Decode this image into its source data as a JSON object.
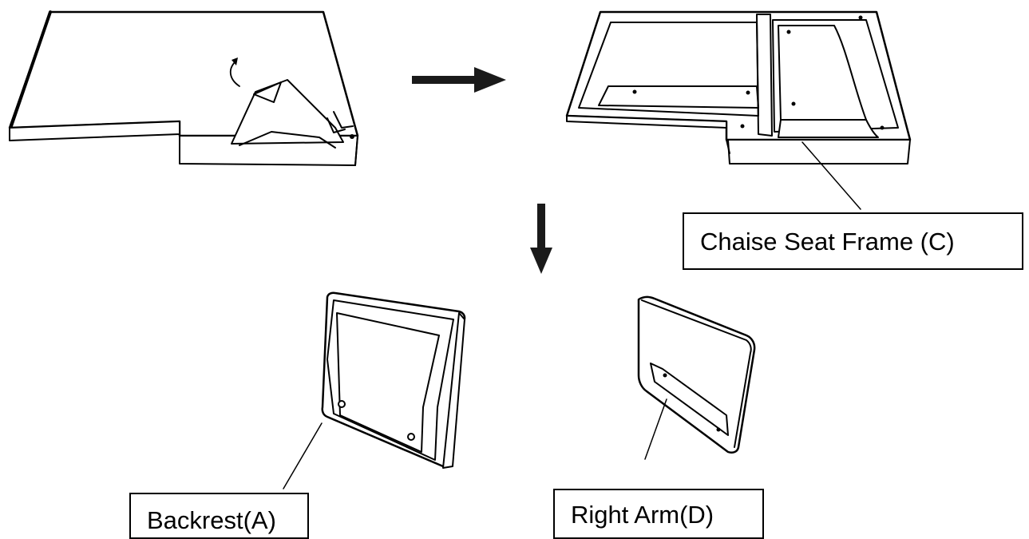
{
  "labels": {
    "chaise_seat_frame": "Chaise Seat Frame (C)",
    "backrest": "Backrest(A)",
    "right_arm": "Right Arm(D)"
  },
  "icons": {
    "step_arrow_right": "arrow-right-icon",
    "step_arrow_down": "arrow-down-icon",
    "lift_arrow": "curved-arrow-icon"
  },
  "colors": {
    "line": "#000000",
    "fill": "#ffffff",
    "arrow": "#1a1a1a"
  }
}
